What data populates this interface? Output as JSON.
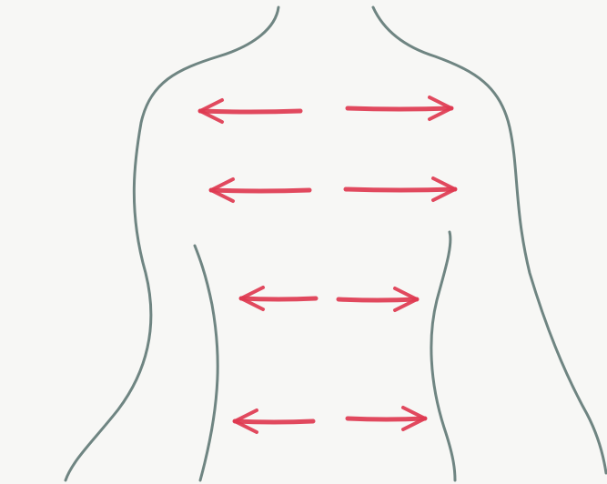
{
  "drawing": {
    "subject": "torso-outline",
    "outline_color": "#6f8582",
    "arrow_color": "#de3a50",
    "paper_color": "#f7f7f5",
    "arrows": [
      {
        "row": 1,
        "direction": "left"
      },
      {
        "row": 1,
        "direction": "right"
      },
      {
        "row": 2,
        "direction": "left"
      },
      {
        "row": 2,
        "direction": "right"
      },
      {
        "row": 3,
        "direction": "left"
      },
      {
        "row": 3,
        "direction": "right"
      },
      {
        "row": 4,
        "direction": "left"
      },
      {
        "row": 4,
        "direction": "right"
      }
    ]
  }
}
